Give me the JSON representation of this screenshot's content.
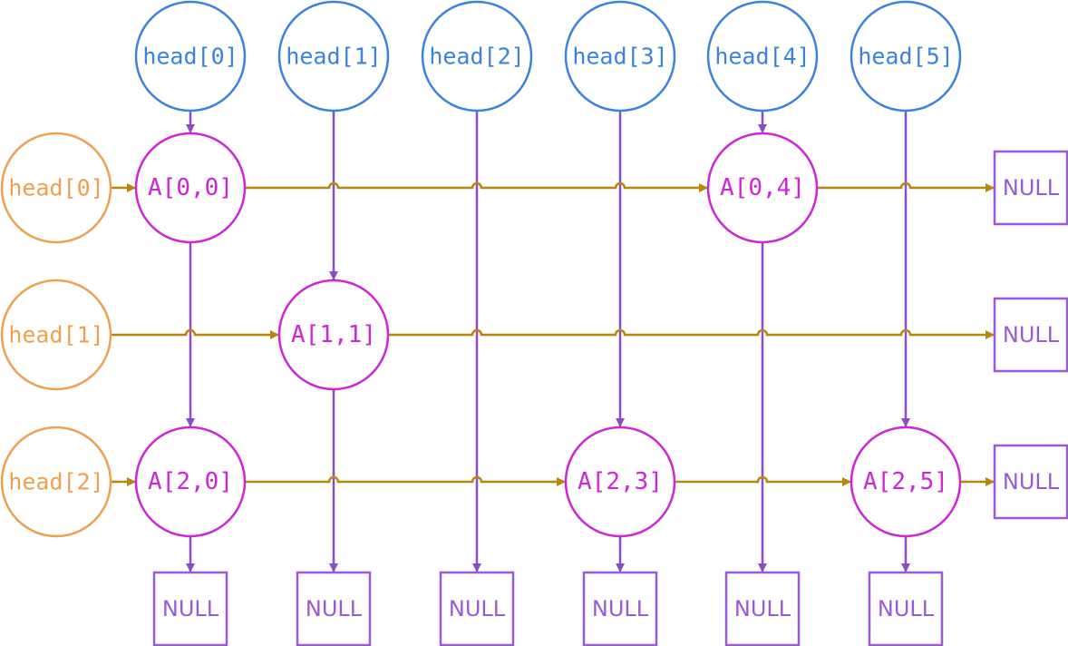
{
  "colors": {
    "col_head": "#3a82e0",
    "row_head": "#eea050",
    "node": "#d024d6",
    "null_box": "#9a5ad8",
    "col_link": "#8c4cc8",
    "row_link": "#b8860b",
    "background": "#ffffff"
  },
  "column_heads": [
    "head[0]",
    "head[1]",
    "head[2]",
    "head[3]",
    "head[4]",
    "head[5]"
  ],
  "row_heads": [
    "head[0]",
    "head[1]",
    "head[2]"
  ],
  "nodes": [
    {
      "label": "A[0,0]",
      "row": 0,
      "col": 0
    },
    {
      "label": "A[0,4]",
      "row": 0,
      "col": 4
    },
    {
      "label": "A[1,1]",
      "row": 1,
      "col": 1
    },
    {
      "label": "A[2,0]",
      "row": 2,
      "col": 0
    },
    {
      "label": "A[2,3]",
      "row": 2,
      "col": 3
    },
    {
      "label": "A[2,5]",
      "row": 2,
      "col": 5
    }
  ],
  "null_label": "NULL"
}
